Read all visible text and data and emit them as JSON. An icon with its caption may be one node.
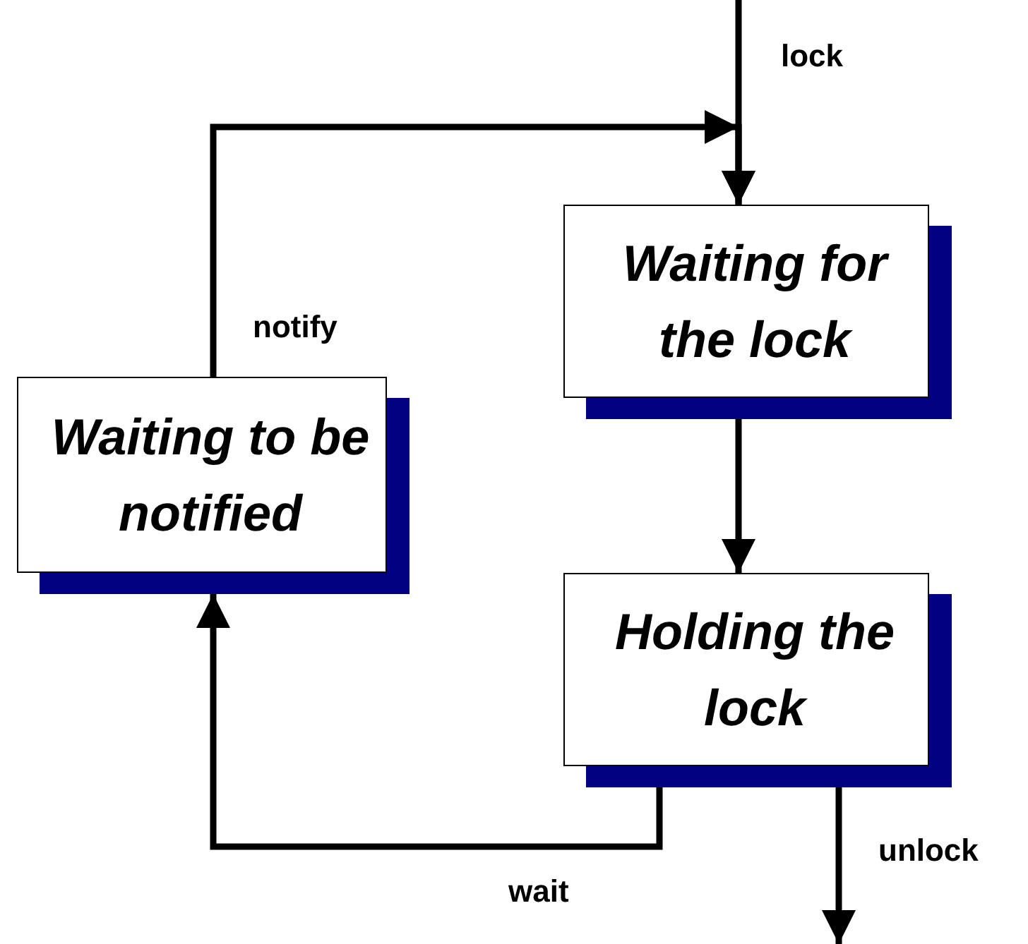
{
  "diagram": {
    "nodes": [
      {
        "text": [
          "Waiting for the lock"
        ]
      },
      {
        "text": [
          "Waiting to be notified"
        ]
      },
      {
        "text": [
          "Holding the lock"
        ]
      }
    ],
    "edges": [
      {
        "from": null,
        "to": 0,
        "arrow": "to",
        "label": "lock"
      },
      {
        "from": 1,
        "to": 0,
        "arrow": "to",
        "label": "notify"
      },
      {
        "from": 0,
        "to": 2,
        "arrow": "to"
      },
      {
        "from": 2,
        "to": 1,
        "arrow": "to",
        "label": "wait"
      },
      {
        "from": 2,
        "to": null,
        "arrow": "to",
        "label": "unlock"
      }
    ]
  }
}
